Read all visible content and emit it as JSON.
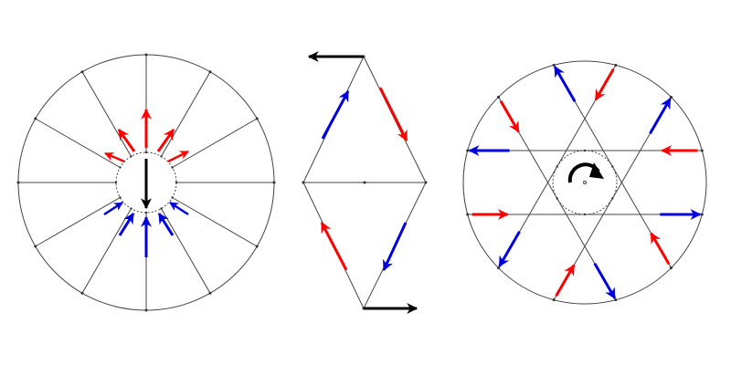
{
  "figure": {
    "panels": [
      {
        "id": "radial-wheel",
        "description_visible": false
      },
      {
        "id": "rhombus-truss",
        "description_visible": false
      },
      {
        "id": "rotation-wheel",
        "description_visible": false
      }
    ]
  },
  "colors": {
    "line": "#444444",
    "node": "#333333",
    "red": "#ff0000",
    "blue": "#0000dd",
    "black": "#000000"
  },
  "icons": {
    "rotation": "clockwise-arrow-icon"
  }
}
